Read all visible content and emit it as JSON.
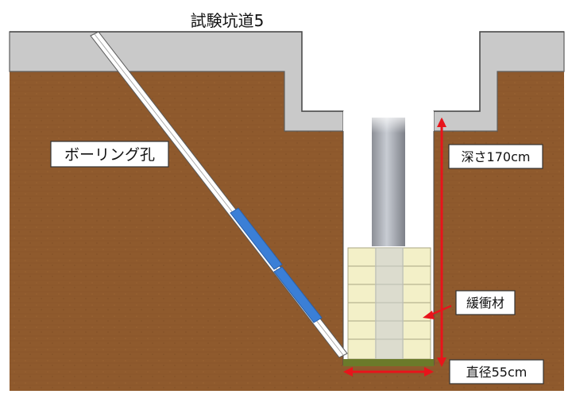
{
  "title": "試験坑道5",
  "labels": {
    "borehole": "ボーリング孔",
    "depth": "深さ170cm",
    "buffer": "緩衝材",
    "diameter": "直径55cm"
  },
  "colors": {
    "soil": "#8f5a2d",
    "concrete": "#c9c9c9",
    "pipe_blue": "#3b7fd6",
    "buffer_block": "#f3f0c8",
    "arrow_red": "#e8141b",
    "base_green": "#6b7a2a"
  }
}
